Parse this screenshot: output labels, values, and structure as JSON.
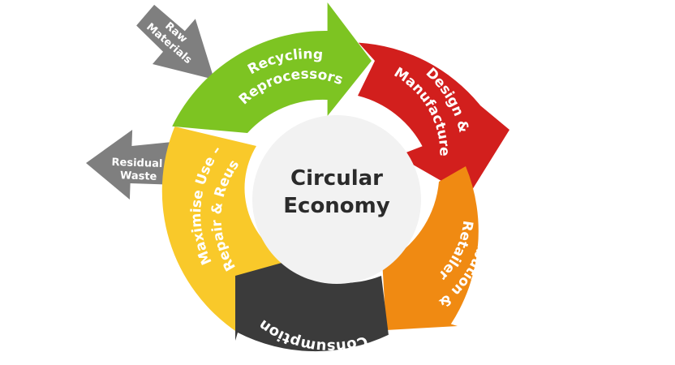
{
  "center": {
    "line1": "Circular",
    "line2": "Economy",
    "fill": "#f2f2f2"
  },
  "segments": {
    "recycling": {
      "line1": "Recycling",
      "line2": "Reprocessors",
      "color": "#7dc422"
    },
    "design": {
      "line1": "Design &",
      "line2": "Manufacture",
      "color": "#d21f1d"
    },
    "distribution": {
      "line1": "Distribution &",
      "line2": "Retailer",
      "color": "#f08a12"
    },
    "consumption": {
      "line1": "Consumption",
      "color": "#3b3b3b"
    },
    "maximise": {
      "line1": "Maximise Use –",
      "line2": "Repair & Reuse",
      "color": "#f9c92a"
    }
  },
  "arrows": {
    "raw_materials": {
      "line1": "Raw",
      "line2": "Materials",
      "color": "#7f7f7f"
    },
    "residual_waste": {
      "line1": "Residual",
      "line2": "Waste",
      "color": "#7f7f7f"
    }
  }
}
